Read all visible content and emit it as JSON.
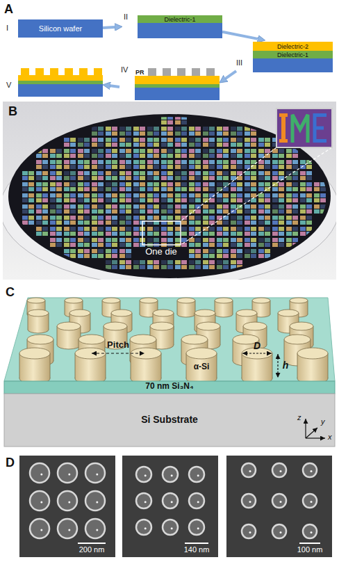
{
  "diagram": {
    "nodes": [
      {
        "text": [
          "I",
          "Silicon wafer"
        ]
      },
      {
        "text": [
          "II",
          "Dielectric-1"
        ]
      },
      {
        "text": [
          "III",
          "Dielectric-2",
          "Dielectric-1"
        ]
      },
      {
        "text": [
          "IV",
          "PR"
        ]
      },
      {
        "text": [
          "V"
        ]
      }
    ],
    "edges": [
      {
        "from": 0,
        "to": 1,
        "arrow": "to"
      },
      {
        "from": 1,
        "to": 2,
        "arrow": "to"
      },
      {
        "from": 2,
        "to": 3,
        "arrow": "to"
      },
      {
        "from": 3,
        "to": 4,
        "arrow": "to"
      }
    ],
    "labels": [
      "A",
      "B",
      "One die",
      "C",
      "Pitch",
      "D",
      "α-Si",
      "h",
      "70 nm Si₃N₄",
      "Si Substrate",
      "z",
      "y",
      "x",
      "D",
      "200 nm",
      "140 nm",
      "100 nm"
    ]
  }
}
